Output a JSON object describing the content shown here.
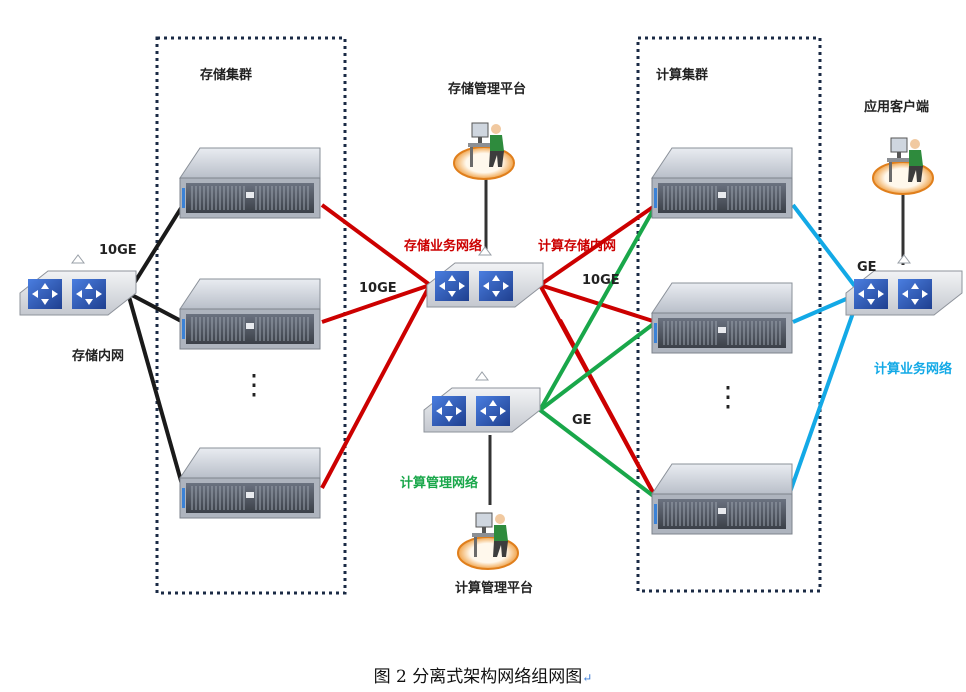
{
  "labels": {
    "storage_cluster": "存储集群",
    "compute_cluster": "计算集群",
    "storage_mgmt_platform": "存储管理平台",
    "compute_mgmt_platform": "计算管理平台",
    "app_client": "应用客户端",
    "storage_internal_net": "存储内网",
    "storage_service_net": "存储业务网络",
    "compute_storage_internal_net": "计算存储内网",
    "compute_mgmt_net": "计算管理网络",
    "compute_service_net": "计算业务网络",
    "link_10ge_left": "10GE",
    "link_10ge_mid": "10GE",
    "link_10ge_right": "10GE",
    "link_ge_mid": "GE",
    "link_ge_right": "GE",
    "ellipsis_left": "⋮",
    "ellipsis_right": "⋮"
  },
  "caption": {
    "text": "图 2  分离式架构网络组网图",
    "mark": "↵"
  },
  "colors": {
    "red_link": "#cc0000",
    "green_link": "#19a74a",
    "blue_link": "#13a9e6",
    "black_link": "#1a1a1a",
    "switch_blue": "#2f5fb5",
    "server_gray": "#c9ced6"
  },
  "icons": [
    "network-switch-icon",
    "rack-server-icon",
    "workstation-user-icon"
  ]
}
